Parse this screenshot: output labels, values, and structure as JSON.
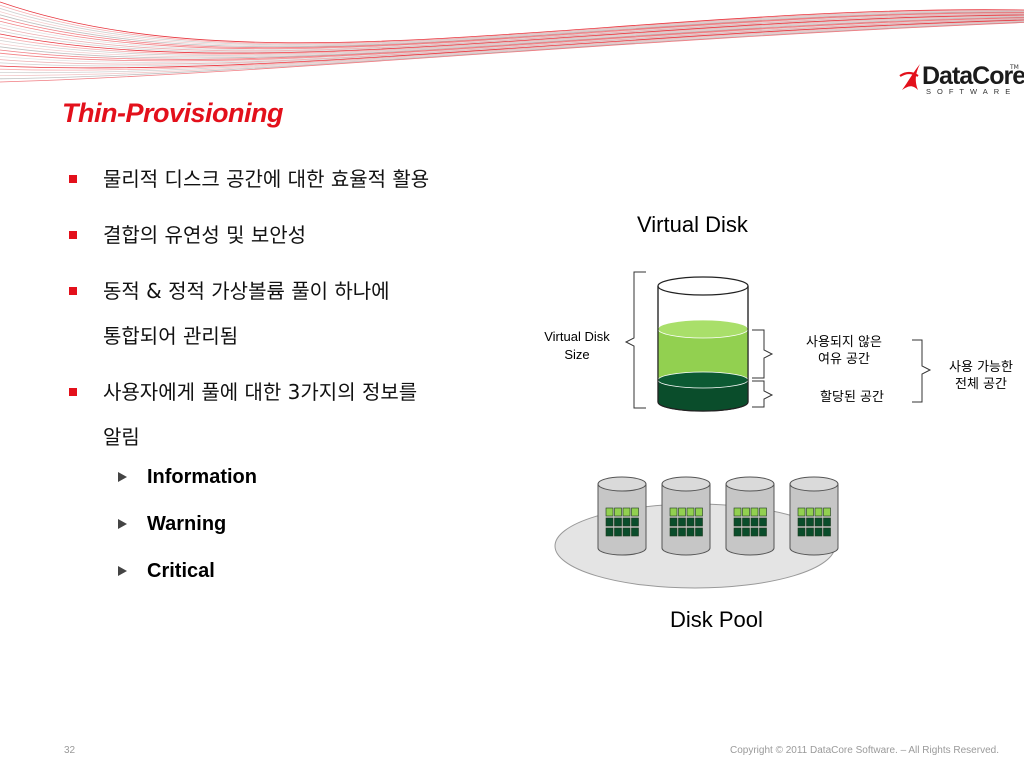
{
  "brand": {
    "logo_word": "DataCore",
    "logo_sub": "SOFTWARE",
    "tm": "TM",
    "accent_color": "#e3101b"
  },
  "slide": {
    "title": "Thin-Provisioning",
    "bullets": [
      {
        "line1": "물리적 디스크 공간에 대한 효율적 활용",
        "line2": ""
      },
      {
        "line1": "결합의 유연성 및 보안성",
        "line2": ""
      },
      {
        "line1": "동적 & 정적 가상볼륨 풀이 하나에",
        "line2": "통합되어 관리됨"
      },
      {
        "line1": "사용자에게 풀에 대한 3가지의 정보를",
        "line2": "알림"
      }
    ],
    "sub_bullets": [
      "Information",
      "Warning",
      "Critical"
    ]
  },
  "diagram": {
    "virtual_disk_label": "Virtual Disk",
    "virtual_disk_size_label": [
      "Virtual Disk",
      "Size"
    ],
    "unused_space_label": [
      "사용되지 않은",
      "여유 공간"
    ],
    "allocated_space_label": "할당된 공간",
    "total_usable_label": [
      "사용 가능한",
      "전체 공간"
    ],
    "disk_pool_label": "Disk Pool",
    "disk_pool_count": 4,
    "colors": {
      "unused": "#92d050",
      "allocated": "#0a4d2b",
      "pool": "#e4e4e4",
      "cylinder": "#c6c6c6"
    }
  },
  "footer": {
    "page_number": "32",
    "copyright": "Copyright © 2011 DataCore Software. – All Rights Reserved."
  }
}
